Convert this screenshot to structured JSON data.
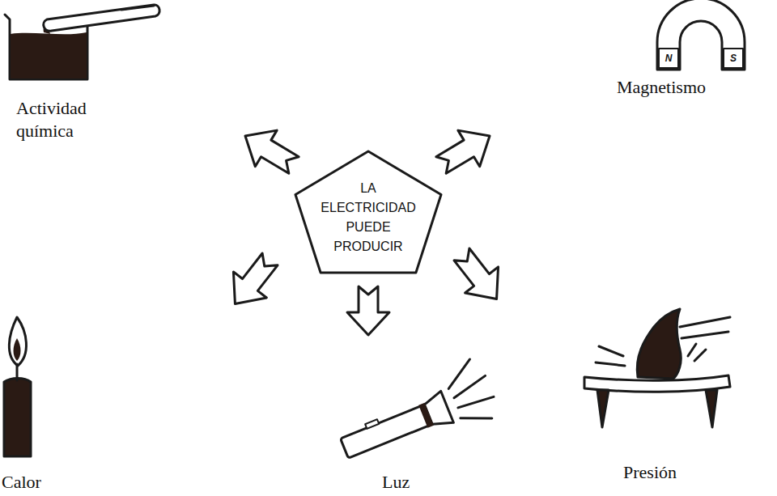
{
  "diagram": {
    "nodes": [
      {
        "text": [
          "LA ELECTRICIDAD PUEDE PRODUCIR"
        ]
      }
    ],
    "labels": [
      "Actividad química",
      "Magnetismo",
      "N",
      "S",
      "Calor",
      "Luz",
      "Presión"
    ]
  }
}
